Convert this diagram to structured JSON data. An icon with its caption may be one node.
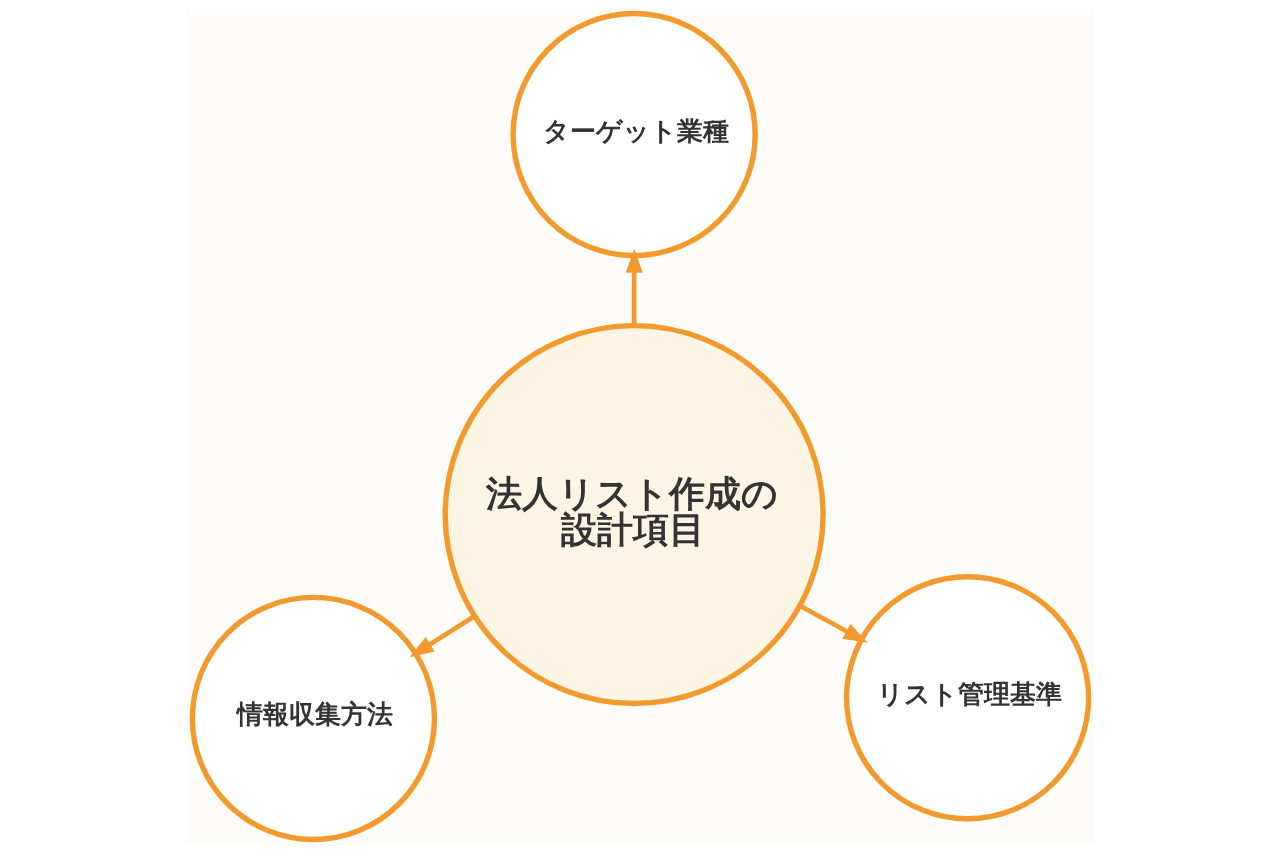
{
  "diagram": {
    "nodes": [
      {
        "text": [
          "ターゲット業種"
        ]
      },
      {
        "text": [
          "法人リスト作成の設計項目"
        ]
      },
      {
        "text": [
          "情報収集方法"
        ]
      },
      {
        "text": [
          "リスト管理基準"
        ]
      }
    ],
    "edges": [
      {
        "from": 1,
        "to": 0,
        "arrow": "to"
      },
      {
        "from": 1,
        "to": 2,
        "arrow": "to"
      },
      {
        "from": 1,
        "to": 3,
        "arrow": "to"
      }
    ]
  }
}
